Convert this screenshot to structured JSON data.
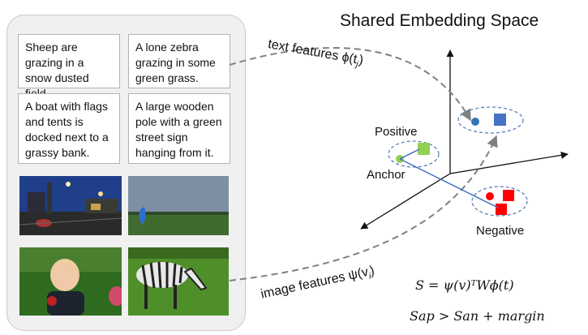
{
  "title": "Shared Embedding Space",
  "captions": [
    "Sheep are grazing in a snow dusted field.",
    "A lone zebra grazing in some green grass.",
    "A boat with flags and tents is docked next to a grassy bank.",
    "A large wooden pole with a green street sign hanging from it."
  ],
  "images": [
    {
      "name": "street-night-photo"
    },
    {
      "name": "field-kite-photo"
    },
    {
      "name": "child-photo"
    },
    {
      "name": "zebra-photo"
    }
  ],
  "labels": {
    "text_features": "text features ϕ(t",
    "text_sub": "j",
    "image_features": "image features ψ(v",
    "image_sub": "i",
    "positive": "Positive",
    "anchor": "Anchor",
    "negative": "Negative"
  },
  "equations": {
    "score": "S = ψ(v)ᵀWϕ(t)",
    "constraint": "Sap > San + margin"
  },
  "colors": {
    "anchor": "#92d050",
    "text_point": "#2e75b6",
    "text_square": "#4472c4",
    "negative": "#ff0000",
    "dashed": "#808080",
    "cluster": "#5b7fbf",
    "link": "#4472c4"
  }
}
